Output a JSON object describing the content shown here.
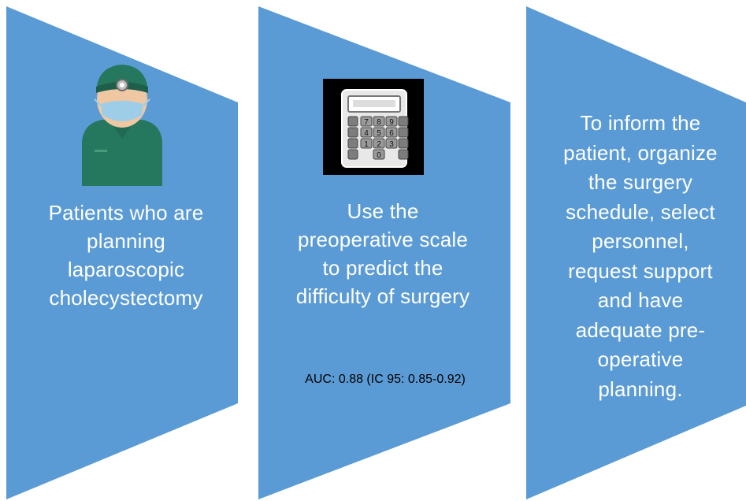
{
  "colors": {
    "chevron_fill": "#5b9bd5",
    "step_text": "#ffffff",
    "auc_text": "#000000"
  },
  "steps": [
    {
      "icon": "surgeon-icon",
      "text": "Patients who are planning laparoscopic cholecystectomy",
      "lines": [
        "Patients who are",
        "planning",
        "laparoscopic",
        "cholecystectomy"
      ]
    },
    {
      "icon": "calculator-icon",
      "text": "Use the preoperative scale to predict the difficulty of surgery",
      "lines": [
        "Use the",
        "preoperative scale",
        "to predict the",
        "difficulty of surgery"
      ],
      "note": "AUC: 0.88 (IC 95: 0.85-0.92)"
    },
    {
      "text": "To inform the patient, organize the surgery schedule, select personnel, request support and have adequate pre-operative planning.",
      "lines": [
        "To inform the",
        "patient, organize",
        "the surgery",
        "schedule, select",
        "personnel,",
        "request support",
        "and have",
        "adequate pre-",
        "operative",
        "planning."
      ]
    }
  ],
  "calculator_keys": [
    "7",
    "8",
    "9",
    "4",
    "5",
    "6",
    "1",
    "2",
    "3",
    "0"
  ]
}
